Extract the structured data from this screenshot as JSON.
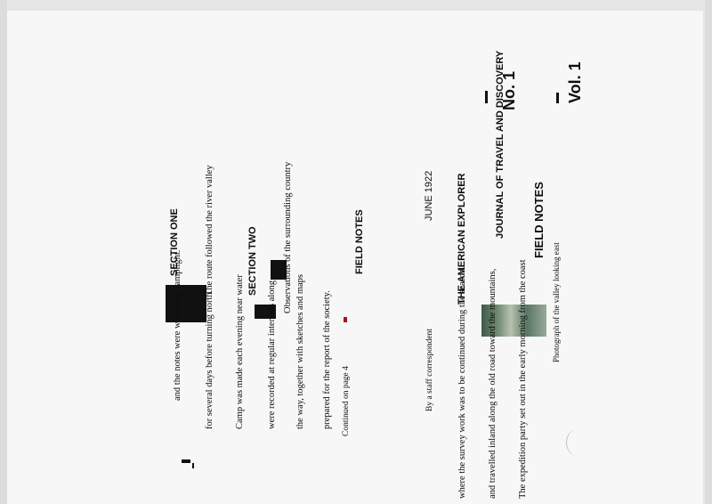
{
  "document": {
    "masthead": {
      "issue_left": "No. 1",
      "issue_right": "Vol. 1"
    },
    "headline": {
      "line1": "THE AMERICAN EXPLORER",
      "line2": "JOURNAL OF TRAVEL AND DISCOVERY",
      "line3": "FIELD NOTES"
    },
    "dateline": "JUNE 1922",
    "byline": "By a staff correspondent",
    "lead_paragraph": [
      "The expedition party set out in the early morning from the coast",
      "and travelled inland along the old road toward the mountains,",
      "where the survey work was to be continued during the season."
    ],
    "column_left": [
      "SECTION ONE",
      "The route followed the river valley",
      "for several days before turning north.",
      "Camp was made each evening near water",
      "and the notes were written by lamplight."
    ],
    "column_right": [
      "SECTION TWO",
      "Observations of the surrounding country",
      "were recorded at regular intervals along",
      "the way, together with sketches and maps",
      "prepared for the report of the society."
    ],
    "caption": "Photograph of the valley looking east",
    "footer_note": "Continued on page 4"
  }
}
